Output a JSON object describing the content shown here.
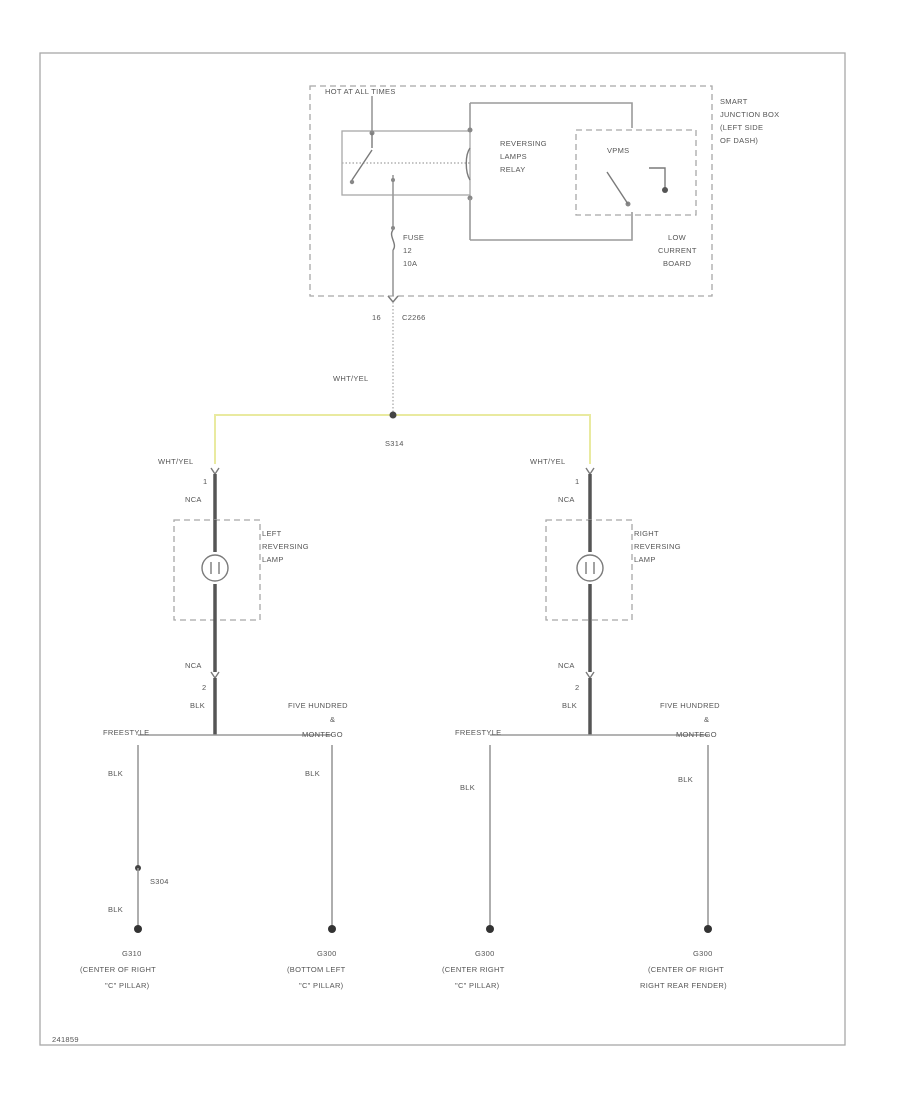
{
  "diagram": {
    "fuse_panel": {
      "hot_label": "HOT AT ALL TIMES",
      "name_lines": [
        "SMART",
        "JUNCTION BOX",
        "(LEFT SIDE",
        "OF DASH)"
      ],
      "relay_lines": [
        "REVERSING",
        "LAMPS",
        "RELAY"
      ],
      "fuse_lines": [
        "FUSE",
        "12",
        "10A"
      ],
      "low_current_lines": [
        "LOW",
        "CURRENT",
        "BOARD"
      ],
      "vpms_label": "VPMS",
      "pin_label": "16",
      "connector_label": "C2266"
    },
    "feed_wire_color": "WHT/YEL",
    "splice_label": "S314",
    "left_lamp": {
      "wire_color": "WHT/YEL",
      "pin_top": "1",
      "conn_top": "NCA",
      "name_lines": [
        "LEFT",
        "REVERSING",
        "LAMP"
      ],
      "conn_bottom": "NCA",
      "pin_bottom": "2",
      "ground_color": "BLK"
    },
    "right_lamp": {
      "wire_color": "WHT/YEL",
      "pin_top": "1",
      "conn_top": "NCA",
      "name_lines": [
        "RIGHT",
        "REVERSING",
        "LAMP"
      ],
      "conn_bottom": "NCA",
      "pin_bottom": "2",
      "ground_color": "BLK"
    },
    "branches": {
      "freestyle_1": "FREESTYLE",
      "freestyle_2": "FREESTYLE",
      "five_hundred_1": [
        "FIVE HUNDRED",
        "&",
        "MONTEGO"
      ],
      "five_hundred_2": [
        "FIVE HUNDRED",
        "&",
        "MONTEGO"
      ]
    },
    "grounds": [
      {
        "wire_top": "BLK",
        "splice": "S304",
        "wire_bottom": "BLK",
        "id": "G310",
        "loc_lines": [
          "(CENTER OF RIGHT",
          "\"C\" PILLAR)"
        ]
      },
      {
        "wire_top": "BLK",
        "id": "G300",
        "loc_lines": [
          "(BOTTOM LEFT",
          "\"C\" PILLAR)"
        ]
      },
      {
        "wire_top": "BLK",
        "id": "G300",
        "loc_lines": [
          "(CENTER RIGHT",
          "\"C\" PILLAR)"
        ]
      },
      {
        "wire_top": "BLK",
        "id": "G300",
        "loc_lines": [
          "(CENTER OF RIGHT",
          "RIGHT REAR FENDER)"
        ]
      }
    ],
    "figure_id": "241859",
    "colors": {
      "wire": "#9a9a9a",
      "feed_wire": "#e9eaa0",
      "harness": "#555555",
      "frame": "#a8a8a8"
    }
  }
}
